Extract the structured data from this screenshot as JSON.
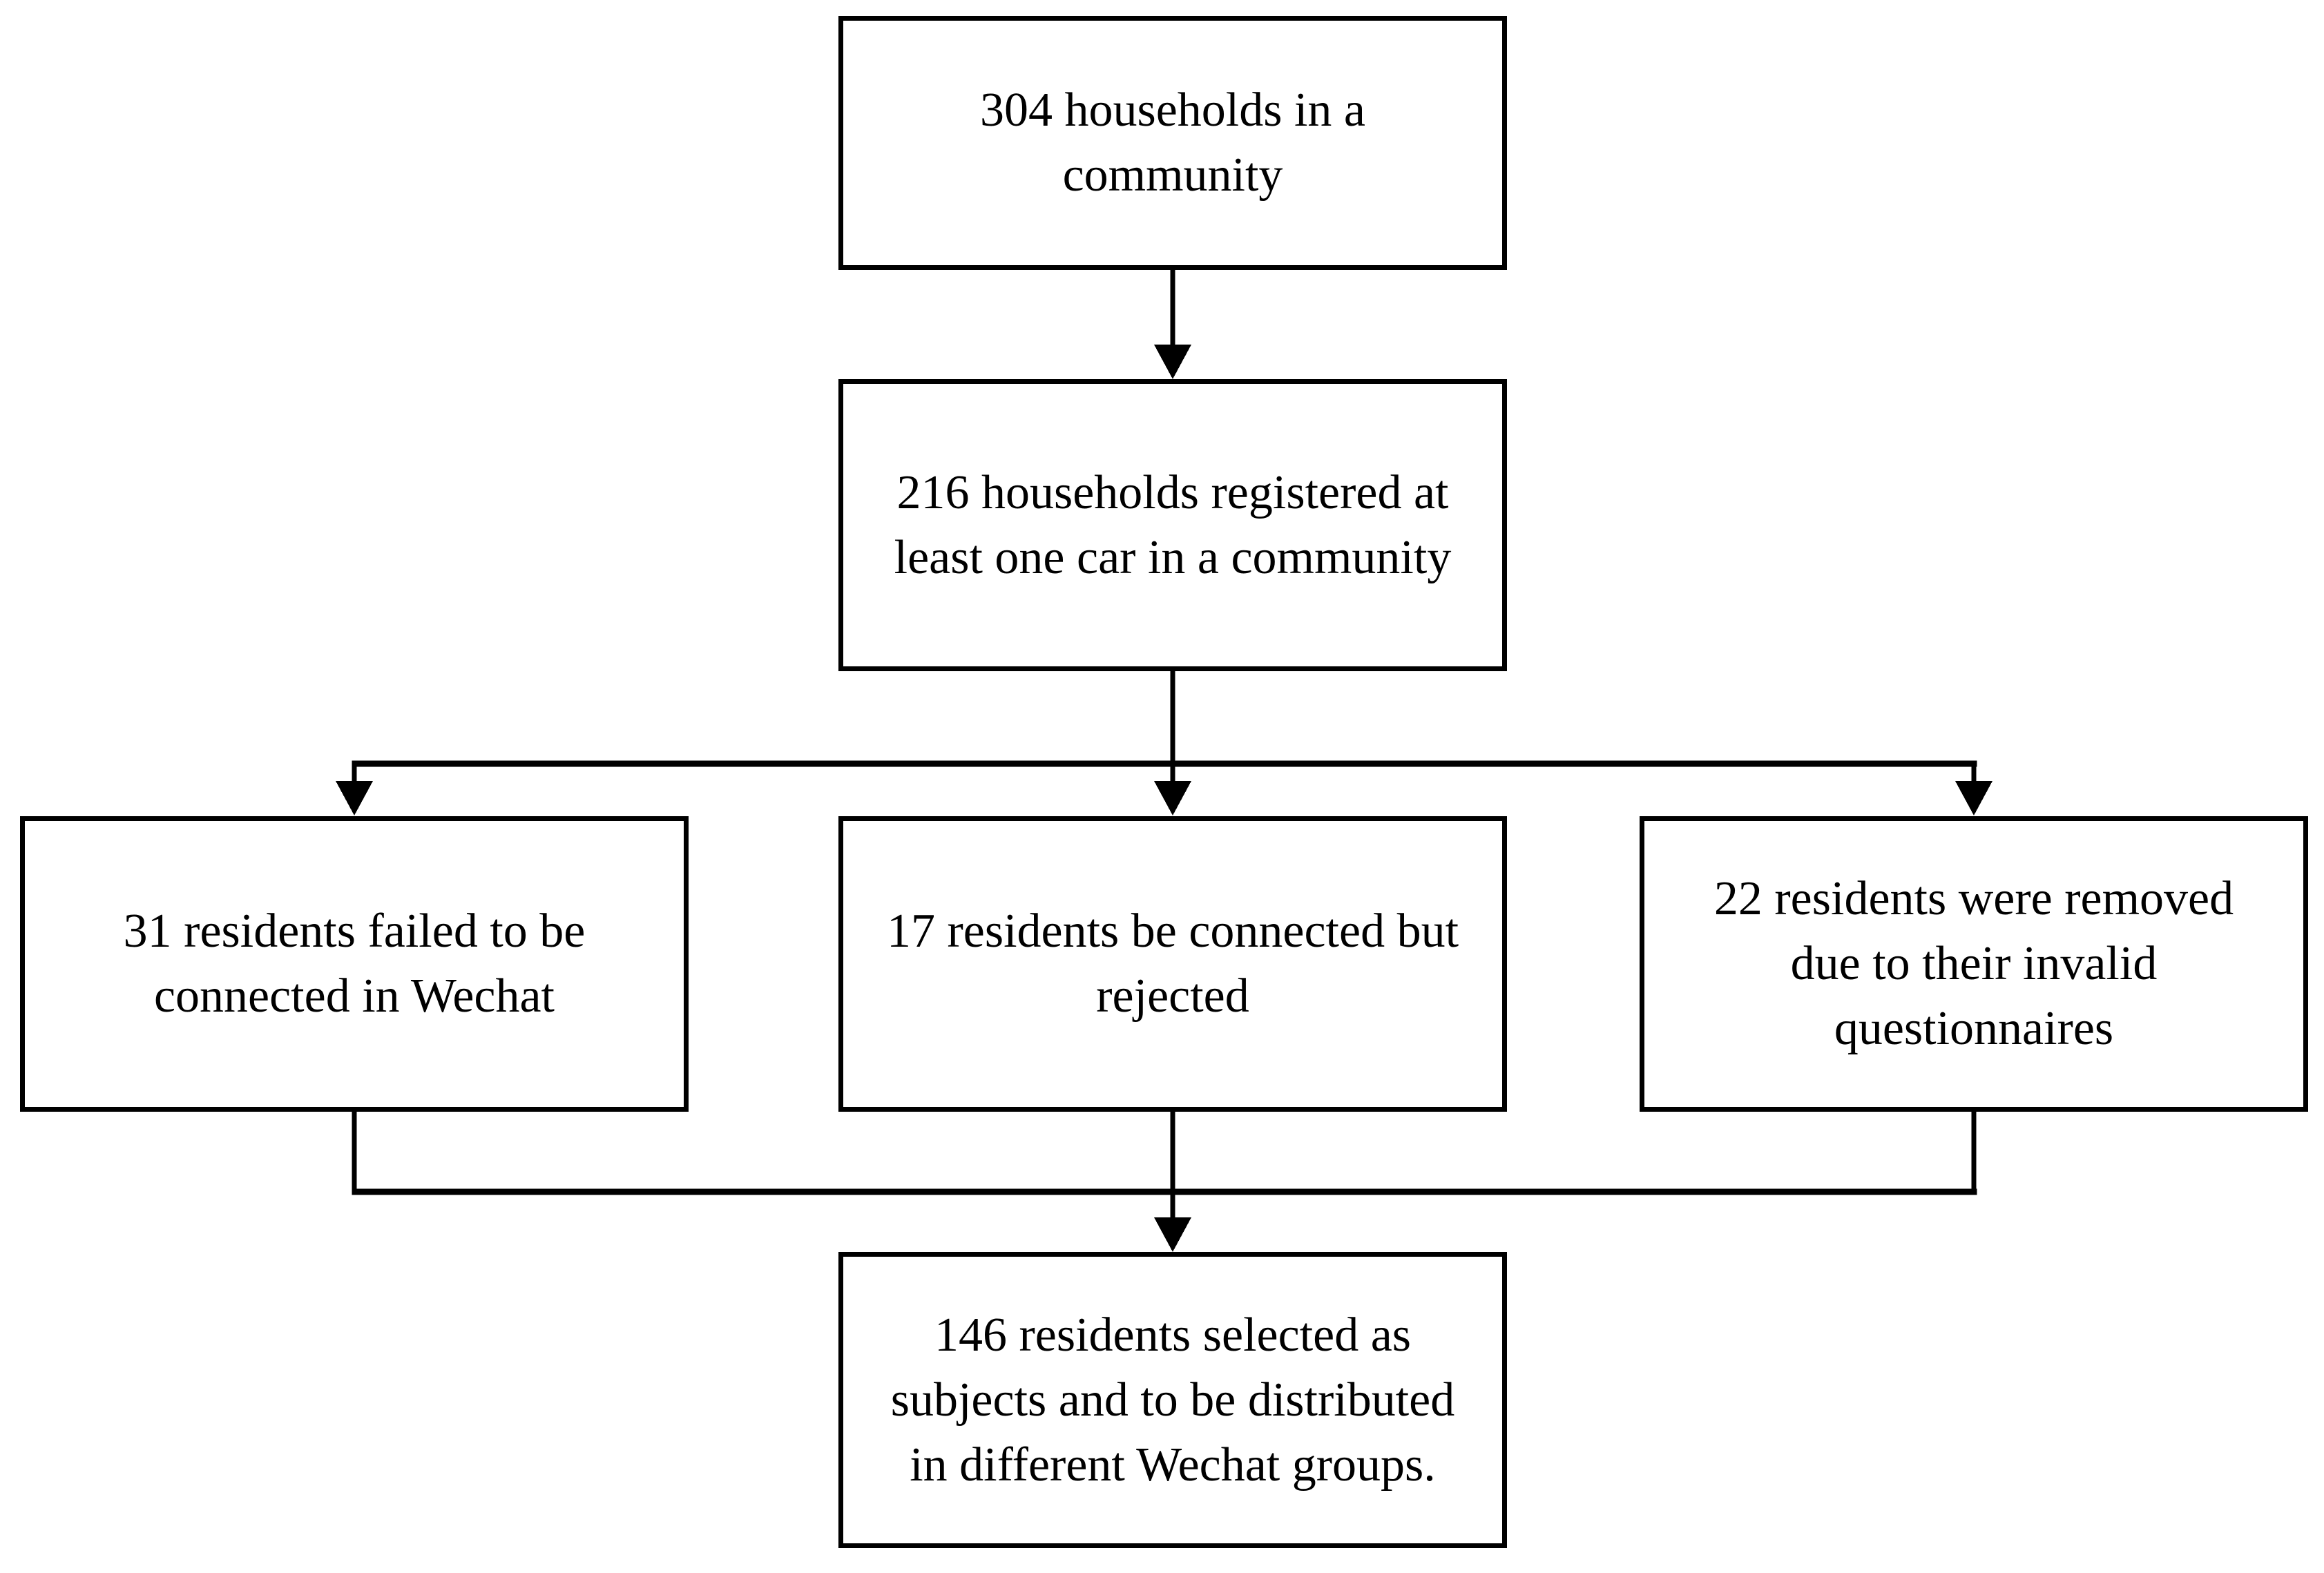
{
  "diagram": {
    "type": "flowchart",
    "background_color": "#ffffff",
    "stroke_color": "#000000",
    "text_color": "#000000",
    "nodes": [
      {
        "id": "households-total",
        "text": "304 households in a\ncommunity"
      },
      {
        "id": "households-registered-car",
        "text": "216 households registered at\nleast one car in a community"
      },
      {
        "id": "failed-connect-wechat",
        "text": "31 residents failed to be\nconnected in Wechat"
      },
      {
        "id": "connected-but-rejected",
        "text": "17 residents be connected but\nrejected"
      },
      {
        "id": "removed-invalid-questionnaires",
        "text": "22 residents were removed\ndue to their invalid\nquestionnaires"
      },
      {
        "id": "selected-subjects",
        "text": "146 residents selected as\nsubjects and to be distributed\nin different Wechat groups."
      }
    ],
    "edges": [
      {
        "from": "households-total",
        "to": "households-registered-car"
      },
      {
        "from": "households-registered-car",
        "to": "failed-connect-wechat"
      },
      {
        "from": "households-registered-car",
        "to": "connected-but-rejected"
      },
      {
        "from": "households-registered-car",
        "to": "removed-invalid-questionnaires"
      },
      {
        "from": "failed-connect-wechat",
        "to": "selected-subjects"
      },
      {
        "from": "connected-but-rejected",
        "to": "selected-subjects"
      },
      {
        "from": "removed-invalid-questionnaires",
        "to": "selected-subjects"
      }
    ]
  }
}
